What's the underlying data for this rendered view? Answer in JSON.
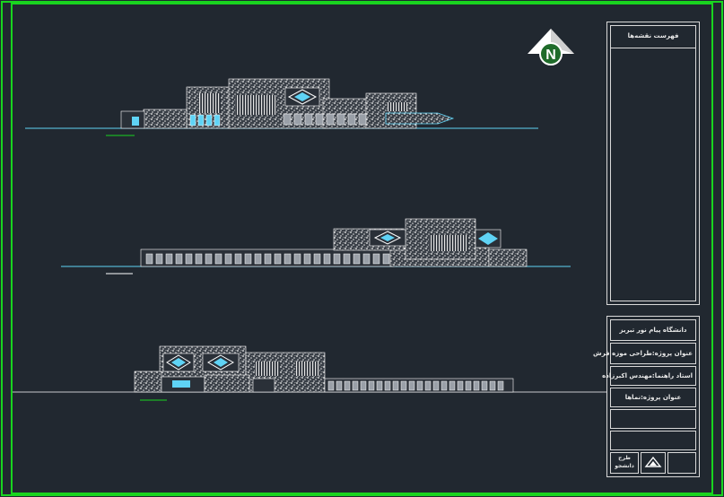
{
  "title_block": {
    "header": "فهرست نقشه‌ها",
    "rows": [
      "دانشگاه پیام نور تبریز",
      "عنوان پروژه:طراحی موزه فرش",
      "استاد راهنما:مهندس اکبرزاده",
      "عنوان پروژه:نماها"
    ],
    "footer_label": "طرح",
    "footer_sub": "دانشجو"
  },
  "north_arrow": {
    "letter": "N"
  },
  "colors": {
    "frame": "#19d41f",
    "background": "#212830",
    "line": "#5fd3f5",
    "hatch": "#ffffff"
  },
  "drawings": [
    {
      "name": "elevation-1"
    },
    {
      "name": "elevation-2"
    },
    {
      "name": "elevation-3"
    }
  ]
}
